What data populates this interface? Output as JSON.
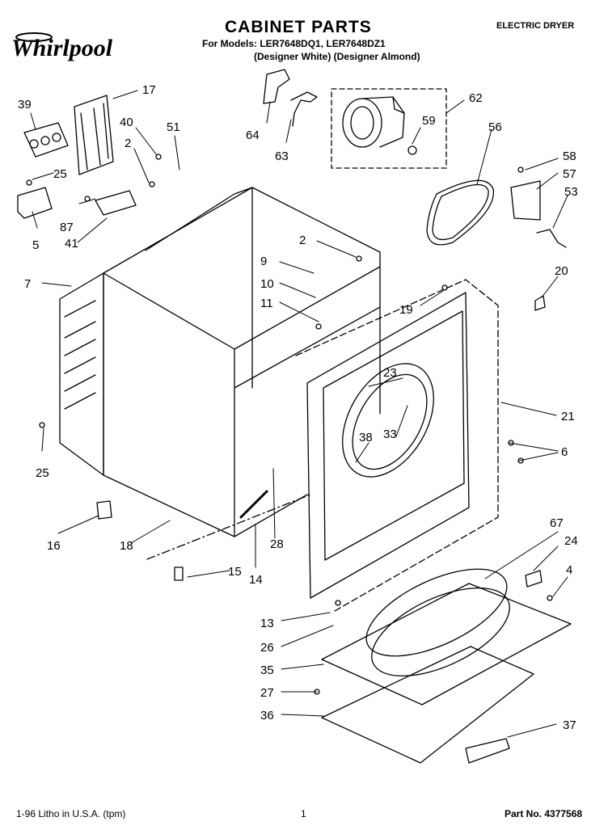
{
  "header": {
    "brand": "Whirlpool",
    "title": "CABINET PARTS",
    "models": "For Models: LER7648DQ1, LER7648DZ1",
    "designations": "(Designer White) (Designer Almond)",
    "product_type": "ELECTRIC DRYER"
  },
  "footer": {
    "print_info": "1-96 Litho in U.S.A. (tpm)",
    "page_number": "1",
    "part_no": "Part No. 4377568"
  },
  "callouts": [
    "39",
    "17",
    "40",
    "51",
    "2",
    "25",
    "87",
    "5",
    "41",
    "64",
    "63",
    "59",
    "62",
    "56",
    "58",
    "57",
    "53",
    "20",
    "2",
    "9",
    "10",
    "11",
    "19",
    "7",
    "23",
    "21",
    "38",
    "33",
    "6",
    "25",
    "16",
    "18",
    "28",
    "15",
    "14",
    "67",
    "24",
    "4",
    "13",
    "26",
    "35",
    "27",
    "36",
    "37"
  ],
  "colors": {
    "ink": "#000000",
    "paper": "#ffffff"
  }
}
